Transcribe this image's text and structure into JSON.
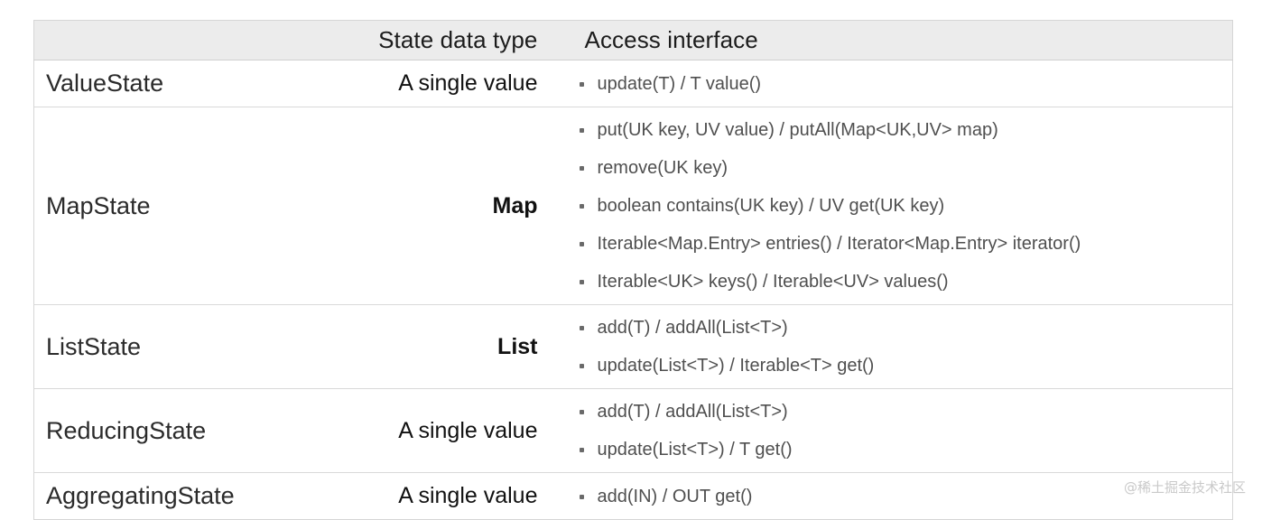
{
  "table": {
    "columns": [
      {
        "key": "state_name",
        "label": ""
      },
      {
        "key": "state_data_type",
        "label": "State data type"
      },
      {
        "key": "access_interface",
        "label": "Access interface"
      }
    ],
    "rows": [
      {
        "name": "ValueState",
        "data_type": "A single value",
        "data_type_weight": "normal",
        "interfaces": [
          "update(T) / T value()"
        ]
      },
      {
        "name": "MapState",
        "data_type": "Map",
        "data_type_weight": "bold",
        "interfaces": [
          "put(UK key, UV value) / putAll(Map<UK,UV> map)",
          "remove(UK key)",
          "boolean contains(UK key) / UV get(UK key)",
          "Iterable<Map.Entry> entries() / Iterator<Map.Entry> iterator()",
          "Iterable<UK> keys() / Iterable<UV> values()"
        ]
      },
      {
        "name": "ListState",
        "data_type": "List",
        "data_type_weight": "bold",
        "interfaces": [
          "add(T) / addAll(List<T>)",
          "update(List<T>) / Iterable<T> get()"
        ]
      },
      {
        "name": "ReducingState",
        "data_type": "A single value",
        "data_type_weight": "normal",
        "interfaces": [
          "add(T) / addAll(List<T>)",
          "update(List<T>) / T get()"
        ]
      },
      {
        "name": "AggregatingState",
        "data_type": "A single value",
        "data_type_weight": "normal",
        "interfaces": [
          "add(IN) / OUT get()"
        ]
      }
    ]
  },
  "watermark": {
    "text": "@稀土掘金技术社区"
  },
  "colors": {
    "header_background": "#ececec",
    "row_border": "#d9d9d9",
    "table_border": "#d6d6d6",
    "name_text": "#2b2b2b",
    "type_text": "#111111",
    "interface_text": "#4f4f4f",
    "bullet": "#6a6a6a",
    "watermark_text": "#c9c9c9",
    "page_background": "#ffffff"
  }
}
